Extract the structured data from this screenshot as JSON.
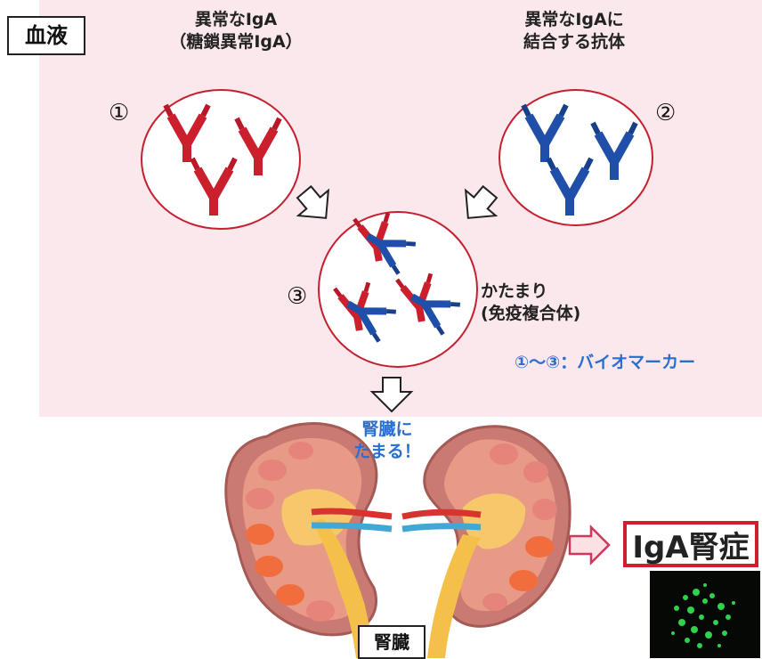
{
  "blood_label": "血液",
  "abnormal_iga": "異常なIgA\n（糖鎖異常IgA）",
  "antibody": "異常なIgAに\n結合する抗体",
  "num1": "①",
  "num2": "②",
  "num3": "③",
  "complex": "かたまり\n(免疫複合体)",
  "biomarker": "①〜③：バイオマーカー",
  "accumulate": "腎臓に\nたまる！",
  "kidney_label": "腎臓",
  "iga_nephropathy": "IgA腎症",
  "colors": {
    "abnormal_iga": "#cc1f2e",
    "antibody": "#1f4fa8",
    "blood_bg": "#fbe8ec",
    "biomarker": "#2a6fcf"
  }
}
